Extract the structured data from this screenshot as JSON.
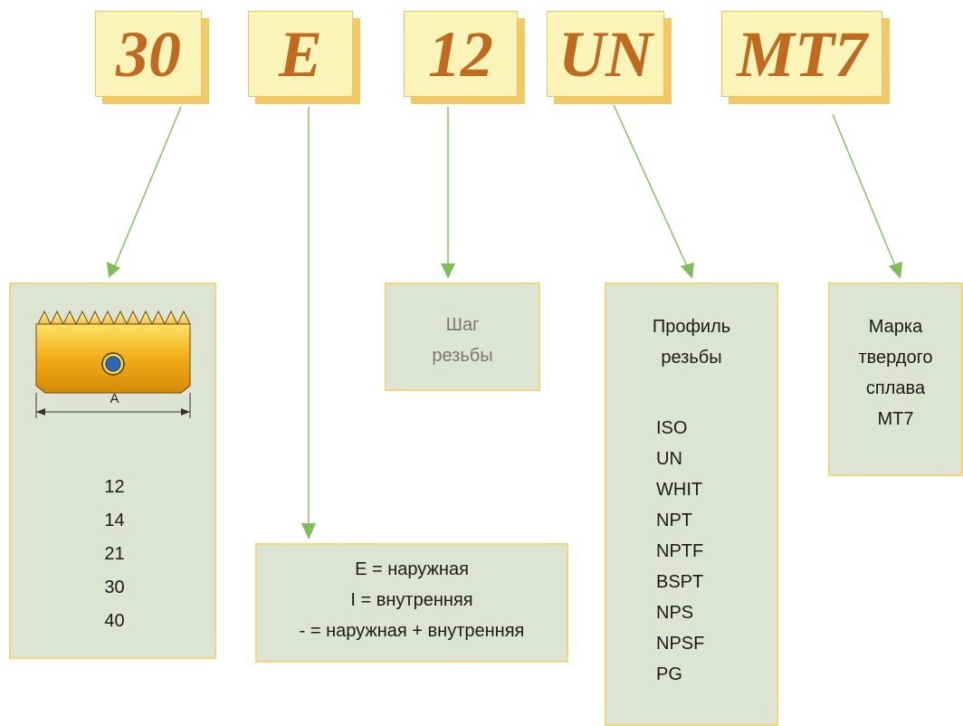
{
  "codes": [
    "30",
    "E",
    "12",
    "UN",
    "MT7"
  ],
  "size_box": {
    "dimension_label": "A",
    "values": [
      "12",
      "14",
      "21",
      "30",
      "40"
    ]
  },
  "type_box": {
    "lines": [
      "E = наружная",
      "I = внутренняя",
      "- = наружная + внутренняя"
    ]
  },
  "pitch_box": {
    "lines": [
      "Шаг",
      "резьбы"
    ]
  },
  "profile_box": {
    "title_lines": [
      "Профиль",
      "резьбы"
    ],
    "items": [
      "ISO",
      "UN",
      "WHIT",
      "NPT",
      "NPTF",
      "BSPT",
      "NPS",
      "NPSF",
      "PG"
    ]
  },
  "grade_box": {
    "lines": [
      "Марка",
      "твердого",
      "сплава",
      "MT7"
    ]
  },
  "colors": {
    "code_text": "#c06a1f",
    "code_fill": "#fbf4b9",
    "code_shadow": "#f3c968",
    "info_fill": "#dde5d2",
    "info_border": "#f1d67c",
    "arrow": "#7cbf56"
  }
}
